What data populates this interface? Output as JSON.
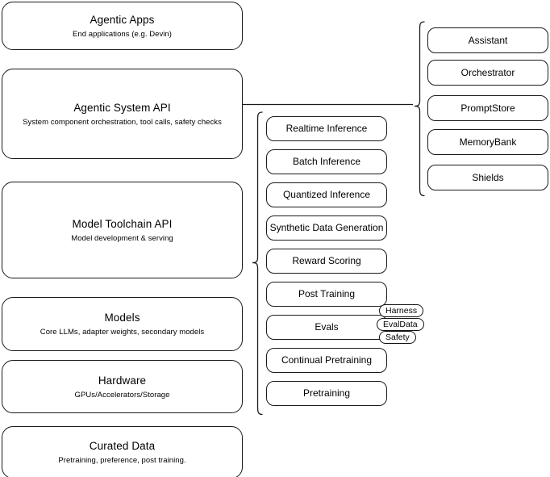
{
  "diagram": {
    "title": "Llama Stack layered architecture diagram",
    "stroke_color": "#1a1a1a",
    "background_color": "#ffffff",
    "layers": [
      {
        "id": "agentic-apps",
        "title": "Agentic Apps",
        "subtitle": "End applications (e.g. Devin)"
      },
      {
        "id": "agentic-system-api",
        "title": "Agentic System API",
        "subtitle": "System component orchestration, tool calls, safety checks"
      },
      {
        "id": "model-toolchain-api",
        "title": "Model Toolchain API",
        "subtitle": "Model development & serving"
      },
      {
        "id": "models",
        "title": "Models",
        "subtitle": "Core LLMs, adapter weights, secondary models"
      },
      {
        "id": "hardware",
        "title": "Hardware",
        "subtitle": "GPUs/Accelerators/Storage"
      },
      {
        "id": "curated-data",
        "title": "Curated Data",
        "subtitle": "Pretraining, preference, post training."
      }
    ],
    "toolchain_components": [
      {
        "id": "realtime-inference",
        "label": "Realtime Inference"
      },
      {
        "id": "batch-inference",
        "label": "Batch Inference"
      },
      {
        "id": "quantized-inference",
        "label": "Quantized Inference"
      },
      {
        "id": "synthetic-data-generation",
        "label": "Synthetic Data Generation"
      },
      {
        "id": "reward-scoring",
        "label": "Reward Scoring"
      },
      {
        "id": "post-training",
        "label": "Post Training"
      },
      {
        "id": "evals",
        "label": "Evals"
      },
      {
        "id": "continual-pretraining",
        "label": "Continual Pretraining"
      },
      {
        "id": "pretraining",
        "label": "Pretraining"
      }
    ],
    "evals_badges": [
      {
        "id": "harness",
        "label": "Harness"
      },
      {
        "id": "evaldata",
        "label": "EvalData"
      },
      {
        "id": "safety",
        "label": "Safety"
      }
    ],
    "agentic_components": [
      {
        "id": "assistant",
        "label": "Assistant"
      },
      {
        "id": "orchestrator",
        "label": "Orchestrator"
      },
      {
        "id": "promptstore",
        "label": "PromptStore"
      },
      {
        "id": "memorybank",
        "label": "MemoryBank"
      },
      {
        "id": "shields",
        "label": "Shields"
      }
    ]
  }
}
